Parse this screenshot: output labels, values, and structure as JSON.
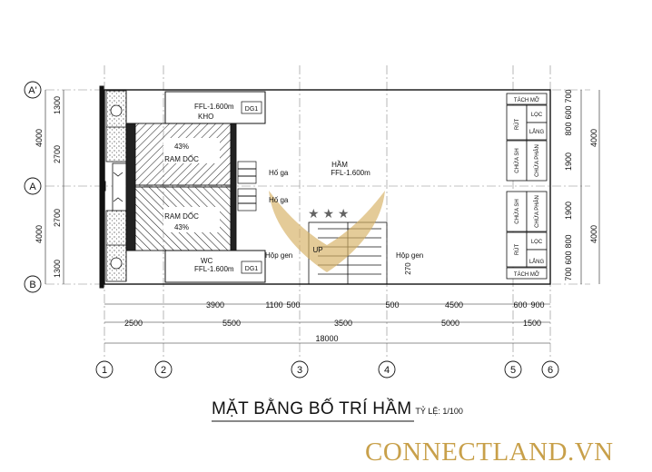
{
  "title": {
    "main": "MẶT BẰNG BỐ TRÍ HẦM",
    "scale": "TỶ LỆ: 1/100"
  },
  "brand": "CONNECTLAND.VN",
  "grid_rows": [
    "A'",
    "A",
    "B"
  ],
  "grid_cols": [
    "1",
    "2",
    "3",
    "4",
    "5",
    "6"
  ],
  "dims": {
    "left_outer": [
      "4000",
      "4000"
    ],
    "left_inner": [
      "1300",
      "2700",
      "2700",
      "1300"
    ],
    "right_inner": [
      "700",
      "600",
      "800",
      "1900",
      "1900",
      "800",
      "600",
      "700"
    ],
    "right_outer": [
      "4000",
      "4000"
    ],
    "row1": [
      "3900",
      "1100",
      "500",
      "500",
      "4500",
      "600",
      "900"
    ],
    "row2": [
      "2500",
      "5500",
      "3500",
      "5000",
      "1500"
    ],
    "total": "18000"
  },
  "rooms": {
    "kho_level": "FFL-1.600m",
    "kho": "KHO",
    "wc": "WC",
    "wc_level": "FFL-1.600m",
    "dg": "DG1",
    "ham": "HẦM",
    "ham_level": "FFL-1.600m",
    "ramp": "RAM DỐC",
    "slope": "43%",
    "ho_ga": "Hố ga",
    "hop_gen": "Hộp gen",
    "up": "UP",
    "tach_mo": "TÁCH MỠ",
    "rut": "RÚT",
    "loc": "LỌC",
    "lang": "LẮNG",
    "chua_sh": "CHỨA SH",
    "chua_phan": "CHỨA PHÂN",
    "d270": "270"
  }
}
